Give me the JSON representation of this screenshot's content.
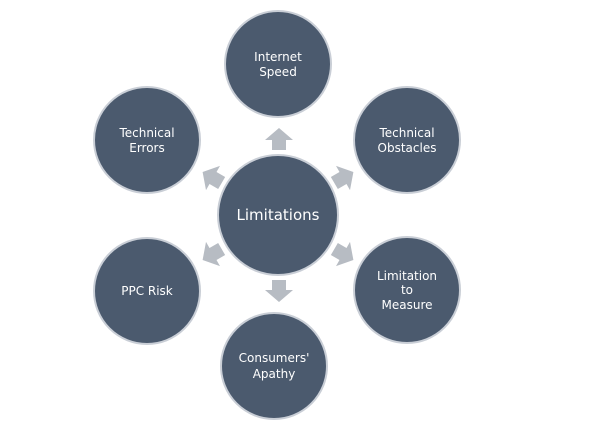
{
  "diagram": {
    "center": {
      "lines": [
        "Limitations"
      ]
    },
    "nodes": [
      {
        "id": "internet-speed",
        "lines": [
          "Internet",
          "Speed"
        ]
      },
      {
        "id": "technical-obstacles",
        "lines": [
          "Technical",
          "Obstacles"
        ]
      },
      {
        "id": "limitation-to-measure",
        "lines": [
          "Limitation",
          "to",
          "Measure"
        ]
      },
      {
        "id": "consumers-apathy",
        "lines": [
          "Consumers'",
          "Apathy"
        ]
      },
      {
        "id": "ppc-risk",
        "lines": [
          "PPC Risk"
        ]
      },
      {
        "id": "technical-errors",
        "lines": [
          "Technical",
          "Errors"
        ]
      }
    ],
    "colors": {
      "circle_fill": "#4b5a6e",
      "circle_stroke": "#c9ced6",
      "arrow": "#b7bcc3",
      "text": "#ffffff"
    }
  }
}
